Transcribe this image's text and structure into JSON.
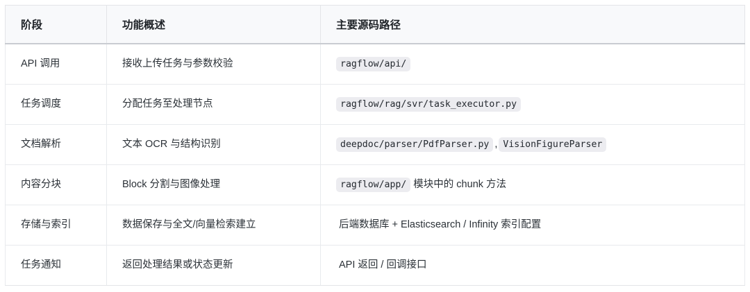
{
  "table": {
    "columns": [
      {
        "key": "stage",
        "label": "阶段"
      },
      {
        "key": "summary",
        "label": "功能概述"
      },
      {
        "key": "path",
        "label": "主要源码路径"
      }
    ],
    "rows": [
      {
        "stage": "API 调用",
        "summary": "接收上传任务与参数校验",
        "path_parts": [
          {
            "type": "code",
            "text": "ragflow/api/"
          }
        ]
      },
      {
        "stage": "任务调度",
        "summary": "分配任务至处理节点",
        "path_parts": [
          {
            "type": "code",
            "text": "ragflow/rag/svr/task_executor.py"
          }
        ]
      },
      {
        "stage": "文档解析",
        "summary": "文本 OCR 与结构识别",
        "path_parts": [
          {
            "type": "code",
            "text": "deepdoc/parser/PdfParser.py"
          },
          {
            "type": "sep",
            "text": ","
          },
          {
            "type": "code",
            "text": "VisionFigureParser"
          }
        ]
      },
      {
        "stage": "内容分块",
        "summary": "Block 分割与图像处理",
        "path_parts": [
          {
            "type": "code",
            "text": "ragflow/app/"
          },
          {
            "type": "text",
            "text": "模块中的 chunk 方法"
          }
        ]
      },
      {
        "stage": "存储与索引",
        "summary": "数据保存与全文/向量检索建立",
        "path_parts": [
          {
            "type": "text",
            "text": "后端数据库 + Elasticsearch / Infinity 索引配置"
          }
        ]
      },
      {
        "stage": "任务通知",
        "summary": "返回处理结果或状态更新",
        "path_parts": [
          {
            "type": "text",
            "text": "API 返回 / 回调接口"
          }
        ]
      }
    ]
  },
  "colors": {
    "page_background": "#ffffff",
    "header_background": "#f8f9fb",
    "header_text": "#1f2328",
    "body_text": "#2b3137",
    "cell_border": "#e8eaed",
    "header_rule": "#c9ccd1",
    "code_chip_background": "#ececf0",
    "code_chip_text": "#24292f"
  }
}
